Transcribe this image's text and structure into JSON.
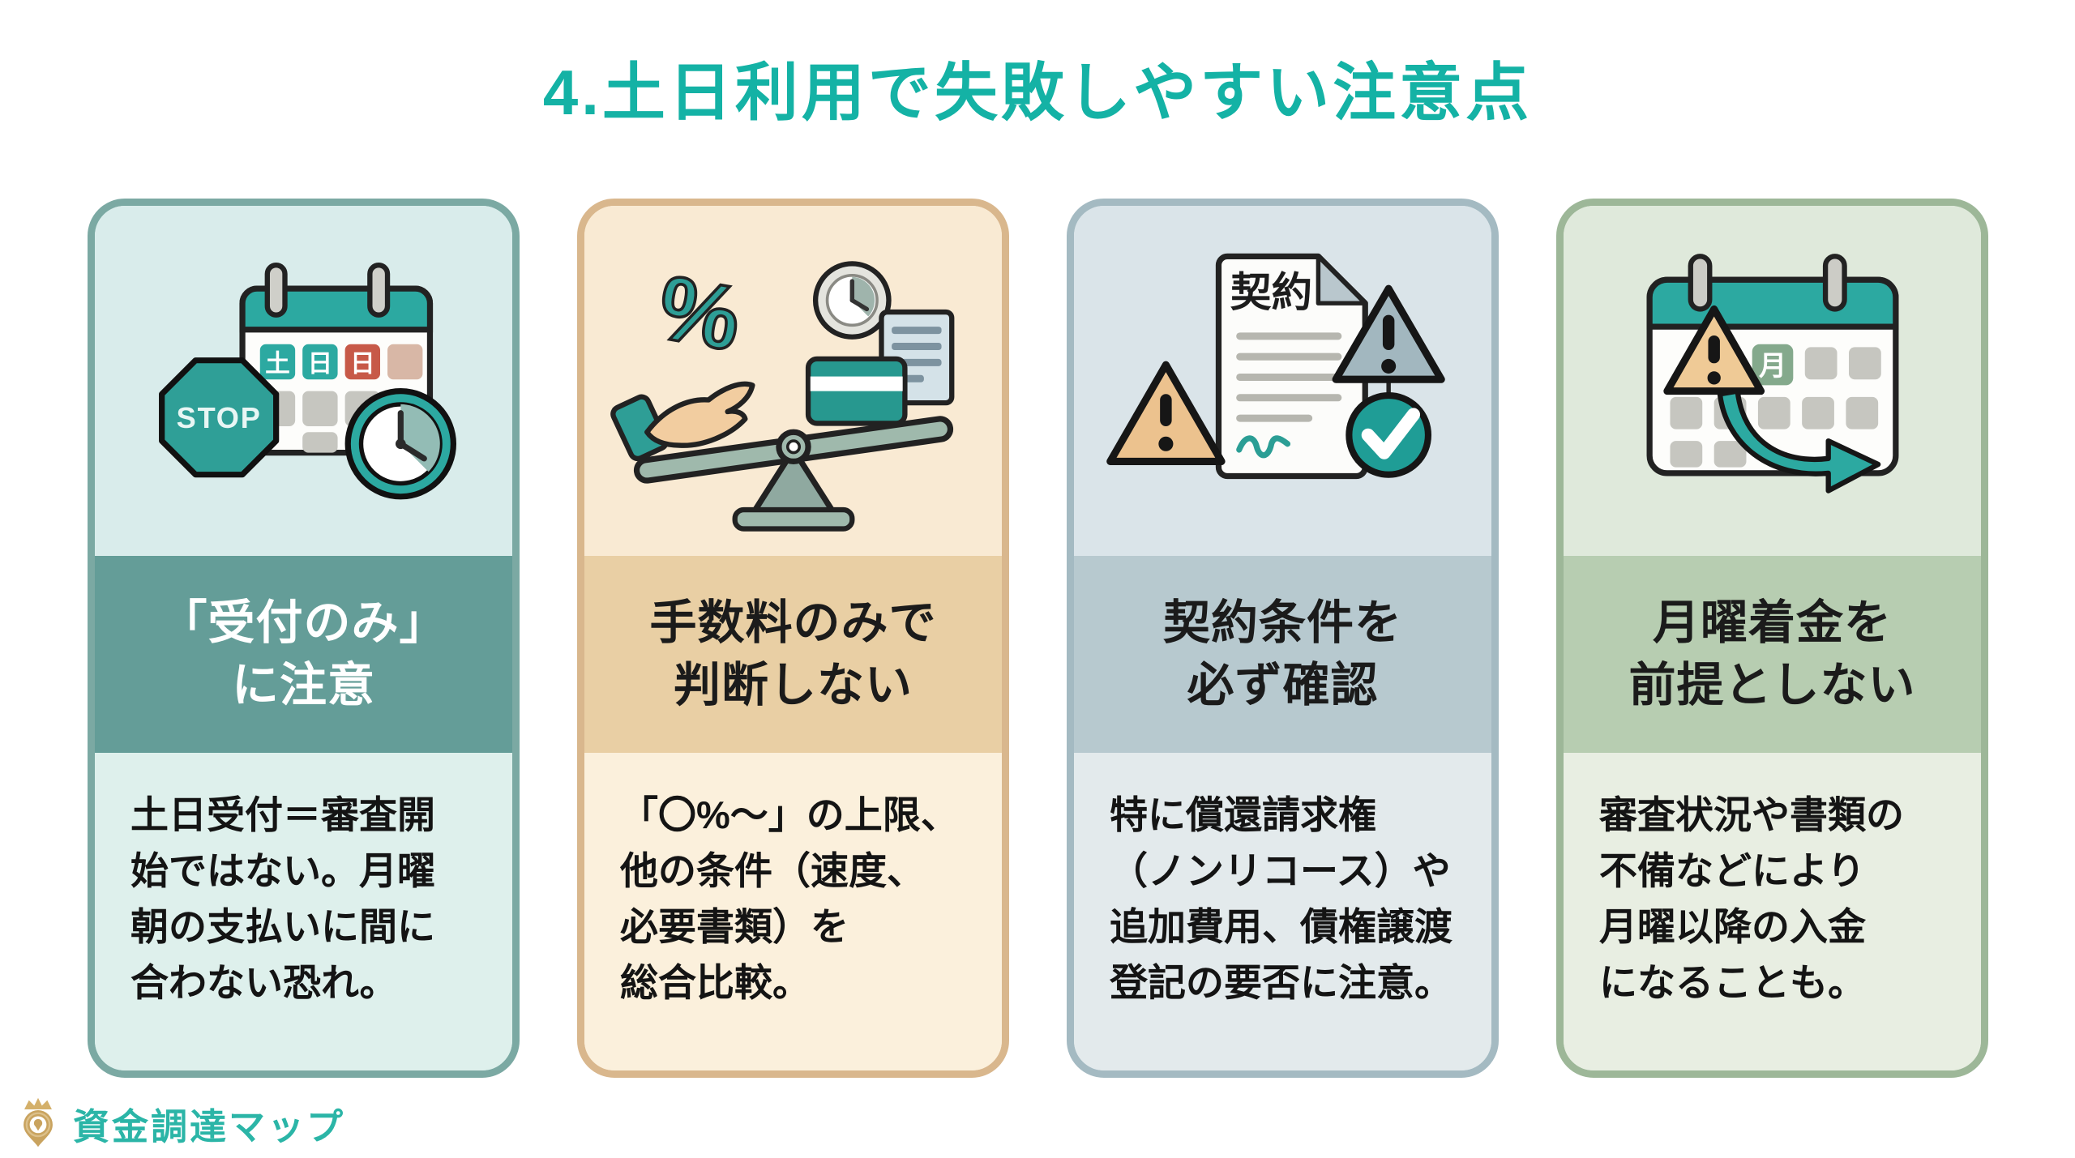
{
  "page": {
    "title": "4.土日利用で失敗しやすい注意点",
    "title_color": "#14b2a5",
    "background_color": "#ffffff"
  },
  "logo": {
    "text": "資金調達マップ",
    "text_color": "#2bb5a7",
    "icon": "crown-map-pin-icon",
    "icon_color": "#c9a35f"
  },
  "cards": [
    {
      "name": "reception-only-caution",
      "icon": {
        "name": "calendar-stop-clock-icon",
        "cell_labels": [
          "土",
          "日",
          "日"
        ],
        "stop_label": "STOP"
      },
      "title_lines": [
        "「受付のみ」",
        "に注意"
      ],
      "body_lines": [
        "土日受付＝審査開",
        "始ではない。月曜",
        "朝の支払いに間に",
        "合わない恐れ。"
      ],
      "colors": {
        "border": "#7ba9a3",
        "icon_bg": "#d9eceb",
        "band_bg": "#649d98",
        "body_bg": "#def0ec",
        "title_color": "#ffffff"
      }
    },
    {
      "name": "dont-judge-by-fee-only",
      "icon": {
        "name": "percent-hand-balance-icon",
        "percent_label": "%"
      },
      "title_lines": [
        "手数料のみで",
        "判断しない"
      ],
      "body_lines": [
        "「〇%〜」の上限、",
        "他の条件（速度、",
        "必要書類）を",
        "総合比較。"
      ],
      "colors": {
        "border": "#d9b78d",
        "icon_bg": "#f9ead3",
        "band_bg": "#e9cfa4",
        "body_bg": "#fbf0dc",
        "title_color": "#1b1b1b"
      }
    },
    {
      "name": "check-contract-terms",
      "icon": {
        "name": "contract-warning-check-icon",
        "document_label": "契約"
      },
      "title_lines": [
        "契約条件を",
        "必ず確認"
      ],
      "body_lines": [
        "特に償還請求権",
        "（ノンリコース）や",
        "追加費用、債権譲渡",
        "登記の要否に注意。"
      ],
      "colors": {
        "border": "#a4bac2",
        "icon_bg": "#dae4e9",
        "band_bg": "#b7c9cf",
        "body_bg": "#e3eaec",
        "title_color": "#1b1b1b"
      }
    },
    {
      "name": "dont-assume-monday-deposit",
      "icon": {
        "name": "calendar-warning-arrow-icon",
        "month_label": "月"
      },
      "title_lines": [
        "月曜着金を",
        "前提としない"
      ],
      "body_lines": [
        "審査状況や書類の",
        "不備などにより",
        "月曜以降の入金",
        "になることも。"
      ],
      "colors": {
        "border": "#9db798",
        "icon_bg": "#dfe9db",
        "band_bg": "#b7cdb1",
        "body_bg": "#e8eee2",
        "title_color": "#1b1b1b"
      }
    }
  ]
}
